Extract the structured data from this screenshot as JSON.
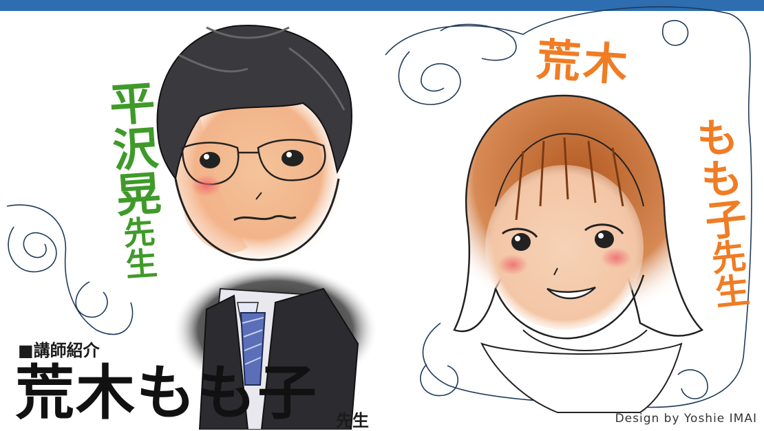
{
  "header": {
    "bar_color": "#2e6eb0"
  },
  "left_portrait": {
    "icon": "male-teacher-portrait-icon",
    "name_text": "平沢晃",
    "sensei_text": "先生",
    "text_color": "#3f9a2a"
  },
  "right_portrait": {
    "icon": "female-teacher-portrait-icon",
    "name_part1": "荒木",
    "name_part2": "もも子",
    "sensei_text": "先生",
    "text_color": "#f07c24"
  },
  "caption": {
    "section_label": "■講師紹介",
    "teacher_name": "荒木もも子",
    "honorific": "先生"
  },
  "credit": {
    "text": "Design by Yoshie IMAI"
  },
  "decorations": {
    "scribble_color": "#1f3a5a",
    "icon": "scribble-swirl-icon"
  }
}
